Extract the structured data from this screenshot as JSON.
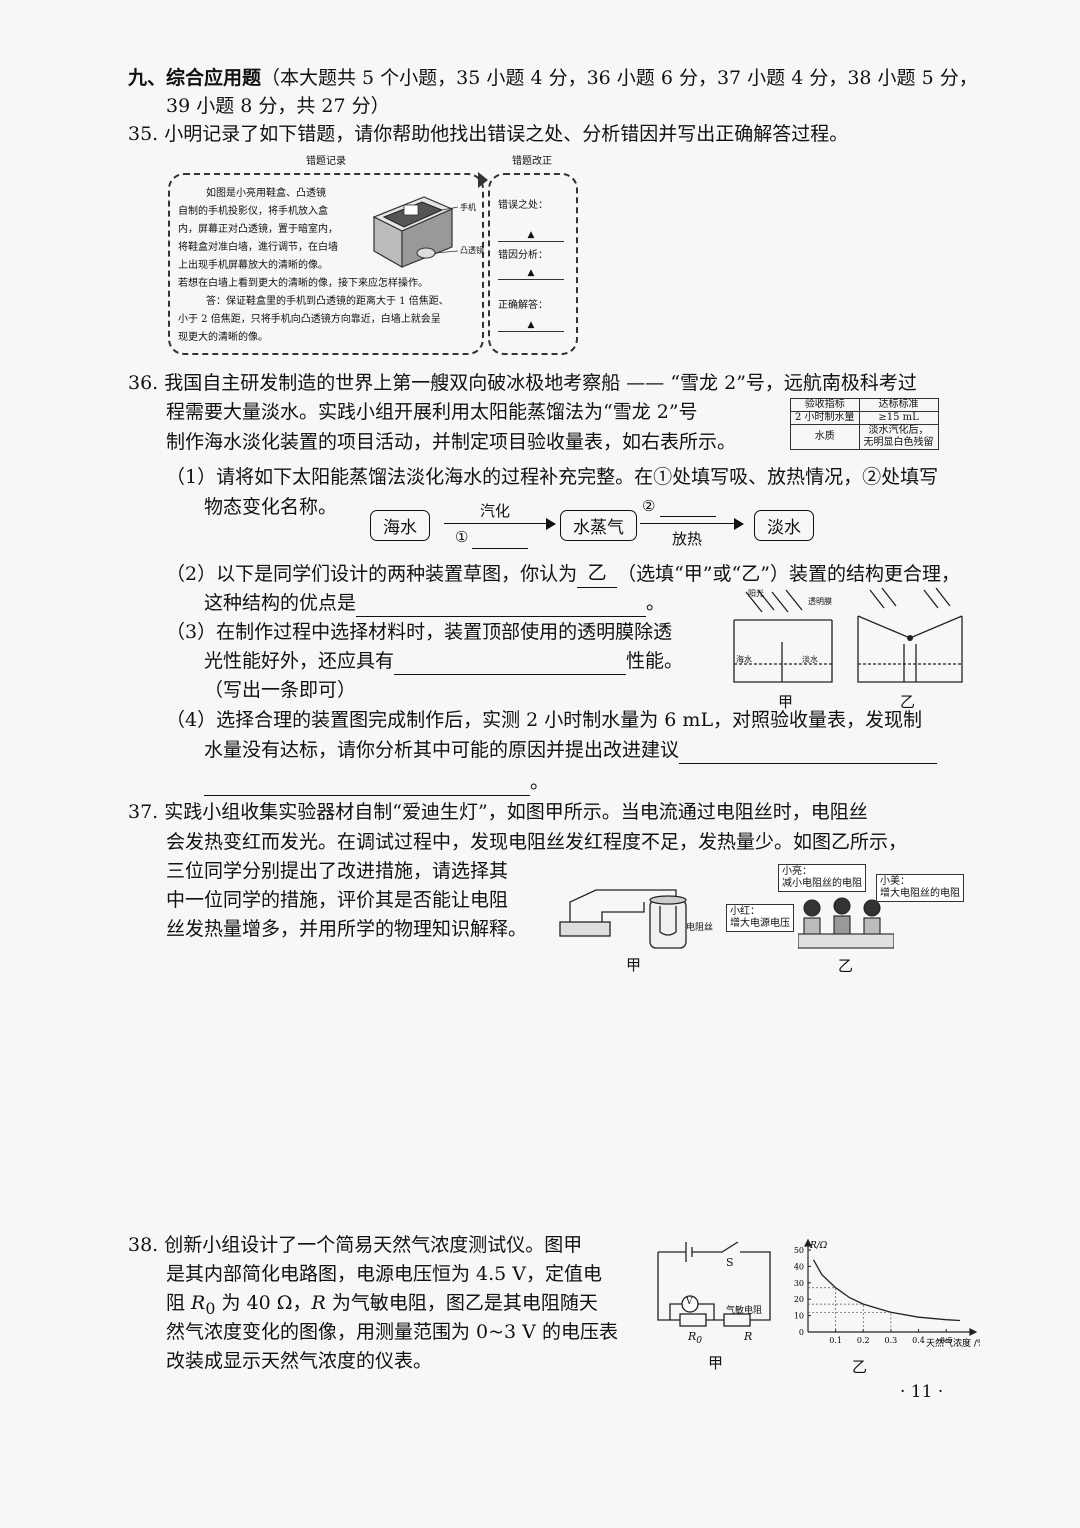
{
  "section": {
    "title": "九、综合应用题",
    "note_line1": "（本大题共 5 个小题，35 小题 4 分，36 小题 6 分，37 小题 4 分，38 小题 5 分，",
    "note_line2": "39 小题 8 分，共 27 分）"
  },
  "q35": {
    "num": "35.",
    "text": "小明记录了如下错题，请你帮助他找出错误之处、分析错因并写出正确解答过程。",
    "record_header": "错题记录",
    "fix_header": "错题改正",
    "record_lines": [
      "如图是小亮用鞋盒、凸透镜",
      "自制的手机投影仪，将手机放入盒",
      "内，屏幕正对凸透镜，置于暗室内，",
      "将鞋盒对准白墙，進行调节，在白墙",
      "上出现手机屏幕放大的清晰的像。",
      "若想在白墙上看到更大的清晰的像，接下来应怎样操作。"
    ],
    "answer_lines": [
      "答：保证鞋盒里的手机到凸透镜的距离大于 1 倍焦距、",
      "小于 2 倍焦距，只将手机向凸透镜方向靠近，白墙上就会呈",
      "现更大的清晰的像。"
    ],
    "fig_phone": "手机",
    "fig_lens": "凸透镜",
    "fix_items": [
      "错误之处：",
      "错因分析：",
      "正确解答："
    ],
    "fix_mark": "▲"
  },
  "q36": {
    "num": "36.",
    "line1": "我国自主研发制造的世界上第一艘双向破冰极地考察船 —— “雪龙 2”号，远航南极科考过",
    "line2": "程需要大量淡水。实践小组开展利用太阳能蒸馏法为“雪龙 2”号",
    "line3": "制作海水淡化装置的项目活动，并制定项目验收量表，如右表所示。",
    "table": {
      "headers": [
        "验收指标",
        "达标标准"
      ],
      "rows": [
        [
          "2 小时制水量",
          "≥15 mL"
        ],
        [
          "水质",
          "淡水汽化后，",
          "无明显白色残留"
        ]
      ]
    },
    "p1_line1": "（1）请将如下太阳能蒸馏法淡化海水的过程补充完整。在①处填写吸、放热情况，②处填写",
    "p1_line2": "物态变化名称。",
    "flow": {
      "n1": "海水",
      "n2": "水蒸气",
      "n3": "淡水",
      "a1_top": "汽化",
      "a1_bottom": "①",
      "a2_top": "②",
      "a2_bottom": "放热"
    },
    "p2_line1a": "（2）以下是同学们设计的两种装置草图，你认为",
    "p2_answer": "乙",
    "p2_line1b": "（选填“甲”或“乙”）装置的结构更合理，",
    "p2_line2": "这种结构的优点是",
    "p2_end": "。",
    "p3_line1": "（3）在制作过程中选择材料时，装置顶部使用的透明膜除透",
    "p3_line2a": "光性能好外，还应具有",
    "p3_line2b": "性能。",
    "p3_line3": "（写出一条即可）",
    "p4_line1": "（4）选择合理的装置图完成制作后，实测 2 小时制水量为 6 mL，对照验收量表，发现制",
    "p4_line2": "水量没有达标，请你分析其中可能的原因并提出改进建议",
    "p4_end": "。",
    "fig_labels": {
      "jia": "甲",
      "yi": "乙",
      "sun": "阳光",
      "film": "透明膜",
      "water_a": "海水",
      "water_b": "淡水"
    }
  },
  "q37": {
    "num": "37.",
    "line1": "实践小组收集实验器材自制“爱迪生灯”，如图甲所示。当电流通过电阻丝时，电阻丝",
    "line2": "会发热变红而发光。在调试过程中，发现电阻丝发红程度不足，发热量少。如图乙所示，",
    "line3": "三位同学分别提出了改进措施，请选择其",
    "line4": "中一位同学的措施，评价其是否能让电阻",
    "line5": "丝发热量增多，并用所学的物理知识解释。",
    "fig_wire": "电阻丝",
    "fig_jia": "甲",
    "fig_yi": "乙",
    "bubble1": [
      "小亮：",
      "减小电阻丝的电阻"
    ],
    "bubble2": [
      "小红：",
      "增大电源电压"
    ],
    "bubble3": [
      "小美：",
      "增大电阻丝的电阻"
    ]
  },
  "q38": {
    "num": "38.",
    "line1": "创新小组设计了一个简易天然气浓度测试仪。图甲",
    "line2": "是其内部简化电路图，电源电压恒为 4.5 V，定值电",
    "line3a": "阻 ",
    "line3b": " 为 40 Ω，",
    "line3c": " 为气敏电阻，图乙是其电阻随天",
    "line4": "然气浓度变化的图像，用测量范围为 0~3 V 的电压表",
    "line5": "改装成显示天然气浓度的仪表。",
    "r0": "R",
    "r0_sub": "0",
    "r": "R",
    "circuit_s": "S",
    "circuit_v": "V",
    "circuit_gas": "气敏电阻",
    "fig_jia": "甲",
    "fig_yi": "乙"
  },
  "chart_data": {
    "type": "line",
    "title": "",
    "xlabel": "天然气浓度 /%",
    "ylabel": "R/Ω",
    "x_ticks": [
      "0.1",
      "0.2",
      "0.3",
      "0.4",
      "0.5"
    ],
    "y_ticks": [
      "0",
      "10",
      "20",
      "30",
      "40",
      "50"
    ],
    "xlim": [
      0,
      0.55
    ],
    "ylim": [
      0,
      50
    ],
    "x": [
      0.02,
      0.05,
      0.1,
      0.15,
      0.2,
      0.3,
      0.4,
      0.5,
      0.55
    ],
    "y": [
      44,
      35,
      27,
      21,
      17,
      12,
      9,
      7.5,
      7
    ],
    "grid": false
  },
  "page_number": "· 11 ·"
}
